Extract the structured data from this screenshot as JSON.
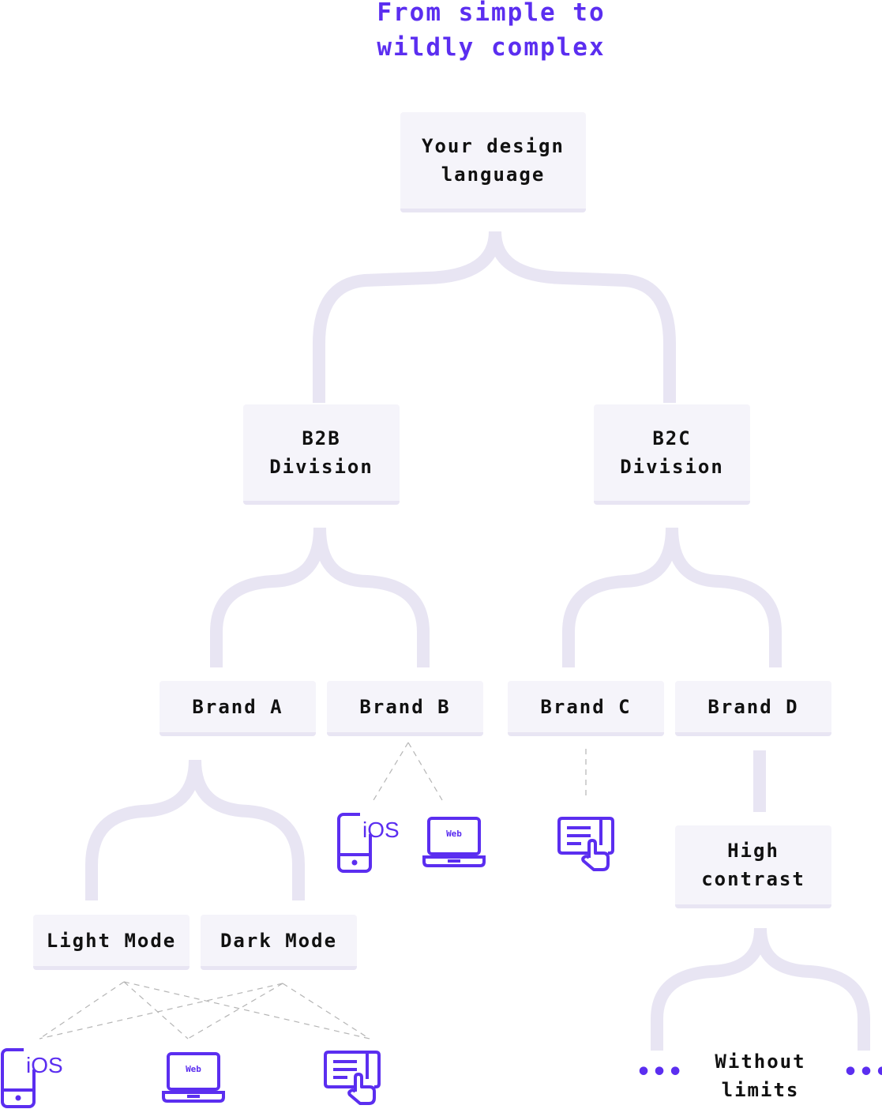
{
  "title": "From simple to\nwildly complex",
  "nodes": {
    "root": "Your design\nlanguage",
    "b2b": "B2B\nDivision",
    "b2c": "B2C\nDivision",
    "brand_a": "Brand A",
    "brand_b": "Brand B",
    "brand_c": "Brand C",
    "brand_d": "Brand D",
    "light_mode": "Light Mode",
    "dark_mode": "Dark Mode",
    "high_contrast": "High\ncontrast",
    "without_limits": "Without\nlimits"
  },
  "ellipsis": "•••",
  "icons": {
    "ios_label": "iOS",
    "web_label": "Web"
  },
  "colors": {
    "accent": "#5b2ef0",
    "connector": "#e8e5f3",
    "node_bg": "#f5f4fa"
  }
}
